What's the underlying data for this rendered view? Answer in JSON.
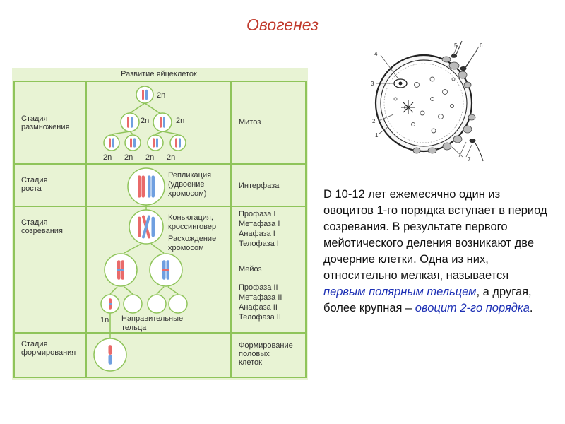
{
  "slide": {
    "title": "Овогенез"
  },
  "table": {
    "header": "Развитие яйцеклеток",
    "rows": [
      {
        "stage_line1": "Стадия",
        "stage_line2": "размножения",
        "process": "Митоз"
      },
      {
        "stage_line1": "Стадия",
        "stage_line2": "роста",
        "process": "Интерфаза"
      },
      {
        "stage_line1": "Стадия",
        "stage_line2": "созревания",
        "process": ""
      },
      {
        "stage_line1": "Стадия",
        "stage_line2": "формирования",
        "process_lines": [
          "Формирование",
          "половых",
          "клеток"
        ]
      }
    ],
    "ploidy_labels": [
      "2n",
      "2n",
      "2n",
      "2n",
      "2n",
      "2n",
      "2n",
      "1n"
    ],
    "notes": {
      "replication": [
        "Репликация",
        "(удвоение",
        "хромосом)"
      ],
      "conjugation": [
        "Коньюгация,",
        "кроссинговер"
      ],
      "divergence": [
        "Расхождение",
        "хромосом"
      ],
      "polar_bodies": [
        "Направительные",
        "тельца"
      ]
    },
    "meiosis_1": [
      "Профаза I",
      "Метафаза I",
      "Анафаза I",
      "Телофаза I"
    ],
    "meiosis_label": "Мейоз",
    "meiosis_2": [
      "Профаза II",
      "Метафаза II",
      "Анафаза II",
      "Телофаза II"
    ]
  },
  "egg_cell": {
    "labels": [
      "4",
      "3",
      "2",
      "1",
      "5",
      "6",
      "7"
    ]
  },
  "text": {
    "p1": "D 10-12 лет ежемесячно один из овоцитов 1-го порядка вступает в период созревания. В результате первого мейотического деления возникают две дочерние клетки. Одна из них, относительно мелкая, называется ",
    "polar": "первым полярным тельцем",
    "p2": ", а другая, более крупная – ",
    "oocyte": "овоцит 2-го порядка",
    "p3": "."
  },
  "colors": {
    "table_bg": "#e8f3d4",
    "grid": "#8fc45a",
    "circle_fill": "#ffffff",
    "circle_stroke": "#8fc45a",
    "chromosome_red": "#e96a6a",
    "chromosome_blue": "#6f9fe0",
    "title": "#c0392b",
    "highlight": "#1c2fb4"
  }
}
